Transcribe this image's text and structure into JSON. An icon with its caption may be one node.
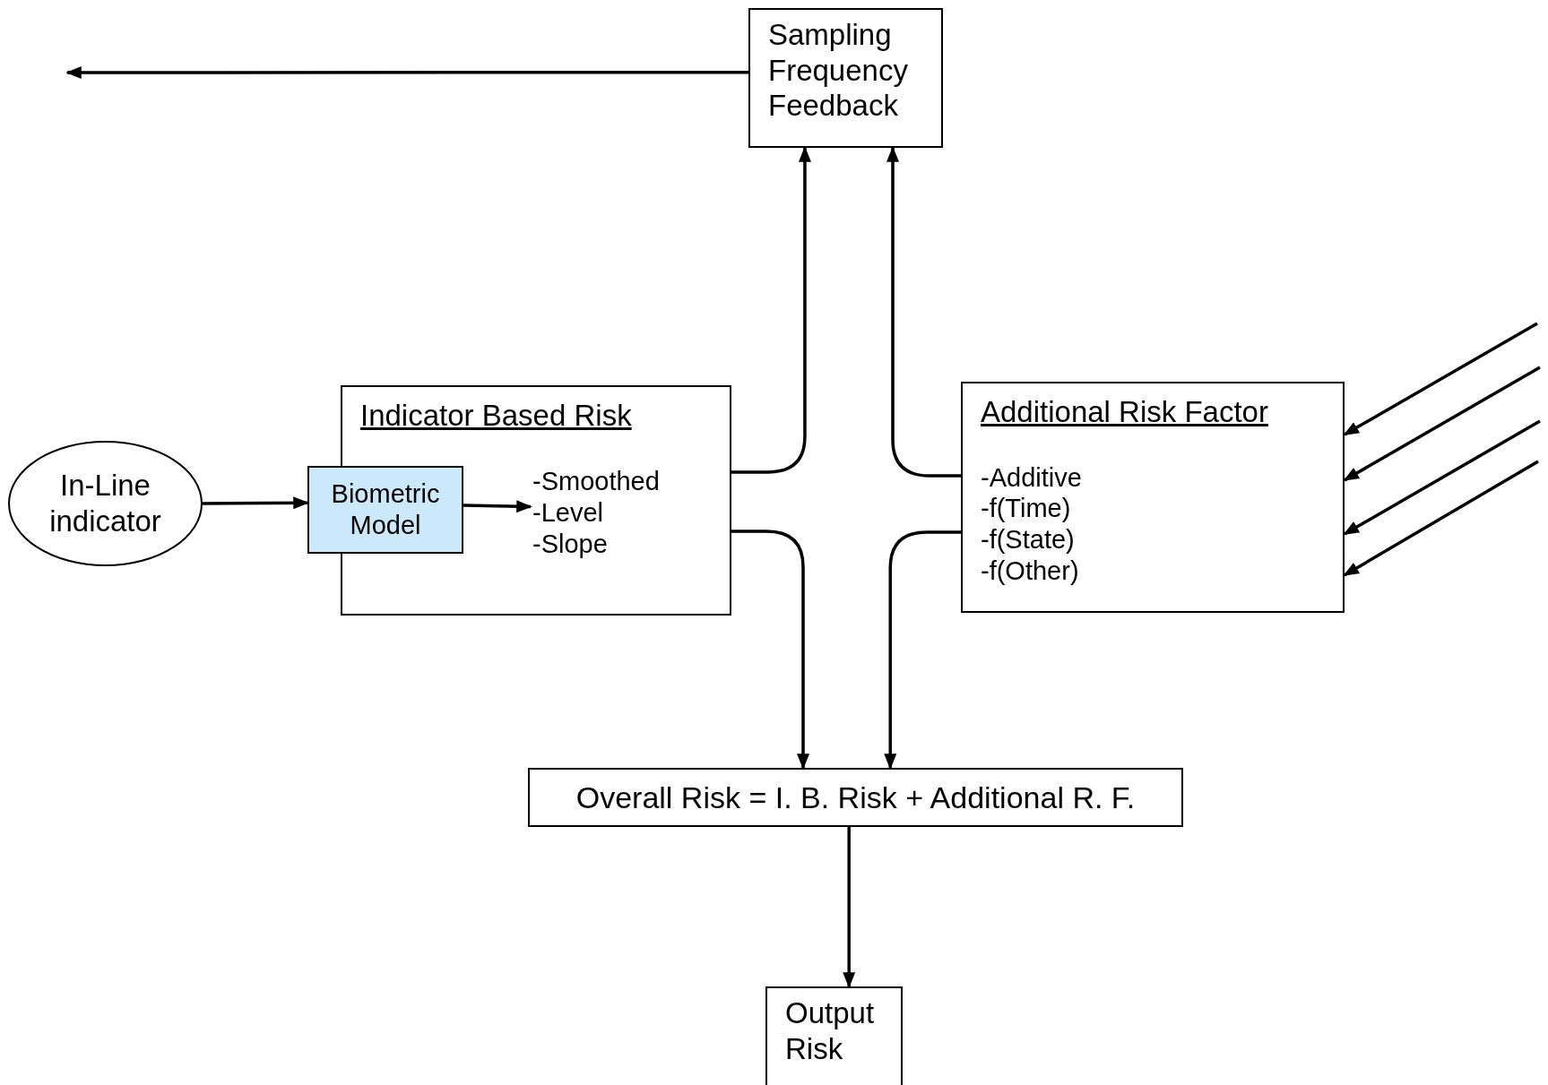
{
  "diagram": {
    "nodes": [
      {
        "text": [
          "Sampling Frequency Feedback"
        ]
      },
      {
        "text": [
          "In-Line indicator"
        ]
      },
      {
        "text": [
          "Indicator Based Risk"
        ]
      },
      {
        "text": [
          "Biometric Model"
        ]
      },
      {
        "text": [
          "-Smoothed",
          "-Level",
          "-Slope"
        ],
        "in": 2
      },
      {
        "text": [
          "Additional Risk Factor",
          "-Additive",
          "-f(Time)",
          "-f(State)",
          "-f(Other)"
        ]
      },
      {
        "text": [
          "Overall Risk = I. B. Risk + Additional R. F."
        ]
      },
      {
        "text": [
          "Output Risk"
        ]
      }
    ],
    "edges": [
      {
        "from": 0,
        "to": null,
        "arrow": "to"
      },
      {
        "from": 1,
        "to": 3,
        "arrow": "to"
      },
      {
        "from": 3,
        "to": 4,
        "arrow": "to"
      },
      {
        "from": 2,
        "to": 0,
        "arrow": "to"
      },
      {
        "from": 2,
        "to": 6,
        "arrow": "to"
      },
      {
        "from": 5,
        "to": 0,
        "arrow": "to"
      },
      {
        "from": 5,
        "to": 6,
        "arrow": "to"
      },
      {
        "from": null,
        "to": 5,
        "arrow": "to"
      },
      {
        "from": null,
        "to": 5,
        "arrow": "to"
      },
      {
        "from": null,
        "to": 5,
        "arrow": "to"
      },
      {
        "from": null,
        "to": 5,
        "arrow": "to"
      },
      {
        "from": 6,
        "to": 7,
        "arrow": "to"
      }
    ]
  }
}
